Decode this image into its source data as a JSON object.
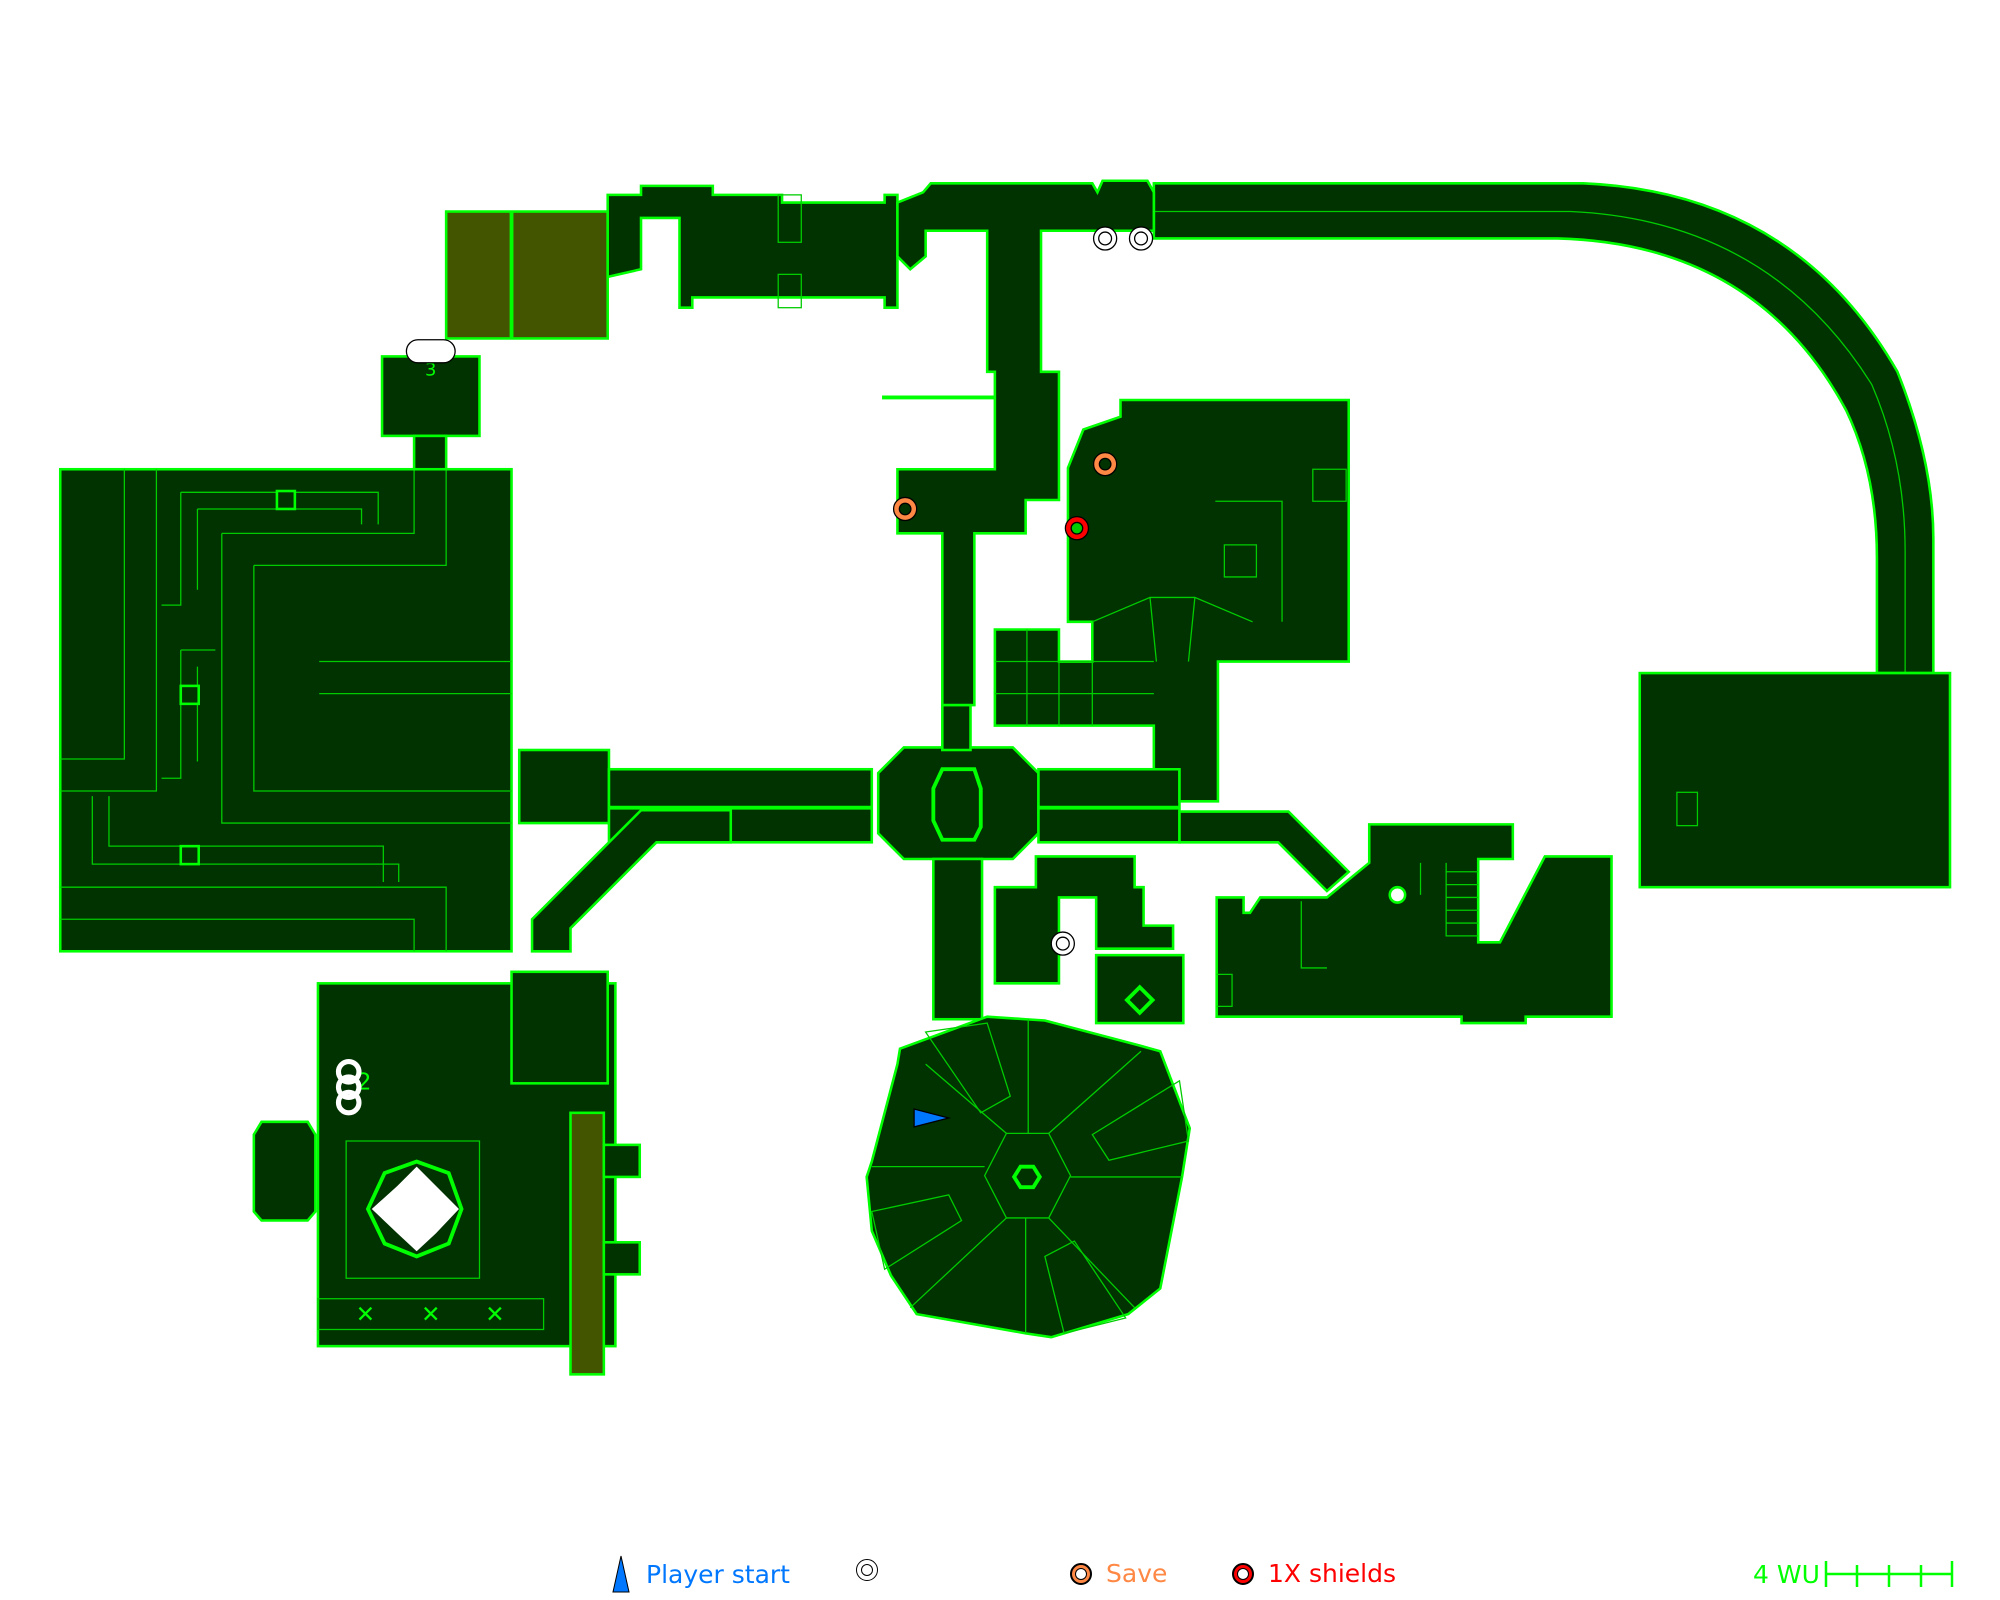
{
  "colors": {
    "floor": "#003300",
    "wall": "#00ff00",
    "raised": "#445500",
    "player": "#0077ff",
    "save": "#ff8844",
    "shields": "#ff0000"
  },
  "map_labels": {
    "room3": "3",
    "room2": "2"
  },
  "legend": {
    "player_start": "Player start",
    "save": "Save",
    "shields": "1X shields",
    "scale": "4 WU"
  }
}
